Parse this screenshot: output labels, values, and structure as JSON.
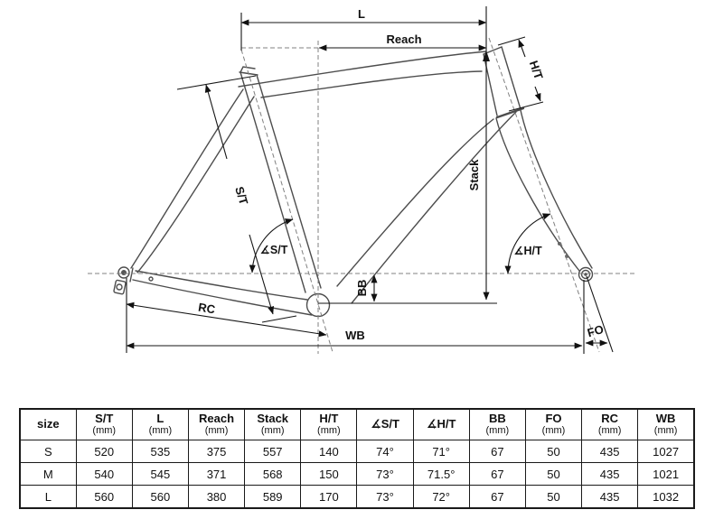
{
  "colors": {
    "ink": "#111111",
    "line": "#4d4d4d",
    "background": "#ffffff"
  },
  "diagram": {
    "labels": {
      "l": "L",
      "reach": "Reach",
      "ht": "H/T",
      "stack": "Stack",
      "st": "S/T",
      "angle_st": "∡S/T",
      "angle_ht": "∡H/T",
      "bb": "BB",
      "rc": "RC",
      "wb": "WB",
      "fo": "FO"
    }
  },
  "table": {
    "headers": [
      {
        "label": "size",
        "unit": ""
      },
      {
        "label": "S/T",
        "unit": "(mm)"
      },
      {
        "label": "L",
        "unit": "(mm)"
      },
      {
        "label": "Reach",
        "unit": "(mm)"
      },
      {
        "label": "Stack",
        "unit": "(mm)"
      },
      {
        "label": "H/T",
        "unit": "(mm)"
      },
      {
        "label": "∡S/T",
        "unit": ""
      },
      {
        "label": "∡H/T",
        "unit": ""
      },
      {
        "label": "BB",
        "unit": "(mm)"
      },
      {
        "label": "FO",
        "unit": "(mm)"
      },
      {
        "label": "RC",
        "unit": "(mm)"
      },
      {
        "label": "WB",
        "unit": "(mm)"
      }
    ],
    "rows": [
      {
        "cells": [
          "S",
          "520",
          "535",
          "375",
          "557",
          "140",
          "74°",
          "71°",
          "67",
          "50",
          "435",
          "1027"
        ]
      },
      {
        "cells": [
          "M",
          "540",
          "545",
          "371",
          "568",
          "150",
          "73°",
          "71.5°",
          "67",
          "50",
          "435",
          "1021"
        ]
      },
      {
        "cells": [
          "L",
          "560",
          "560",
          "380",
          "589",
          "170",
          "73°",
          "72°",
          "67",
          "50",
          "435",
          "1032"
        ]
      }
    ]
  }
}
